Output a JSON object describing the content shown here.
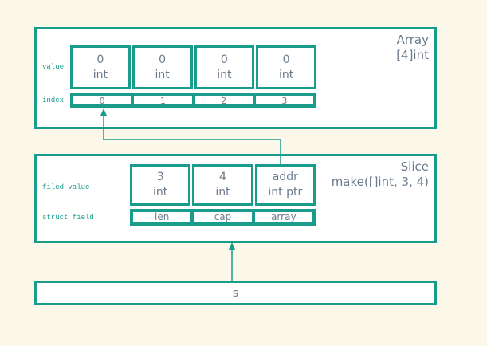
{
  "colors": {
    "teal": "#1A9C8B",
    "slate": "#6B7B8D",
    "canvas_bg": "#FBF7E9",
    "box_bg": "#FFFFFF"
  },
  "array_box": {
    "title_line1": "Array",
    "title_line2": "[4]int",
    "value_label": "value",
    "index_label": "index",
    "cells": [
      {
        "value": "0",
        "type": "int"
      },
      {
        "value": "0",
        "type": "int"
      },
      {
        "value": "0",
        "type": "int"
      },
      {
        "value": "0",
        "type": "int"
      }
    ],
    "indexes": [
      "0",
      "1",
      "2",
      "3"
    ]
  },
  "slice_box": {
    "title_line1": "Slice",
    "title_line2": "make([]int, 3, 4)",
    "field_value_label": "filed value",
    "struct_field_label": "struct field",
    "fields": [
      {
        "value": "3",
        "type": "int"
      },
      {
        "value": "4",
        "type": "int"
      },
      {
        "value": "addr",
        "type": "int ptr"
      }
    ],
    "struct_fields": [
      "len",
      "cap",
      "array"
    ]
  },
  "s_box": {
    "label": "s"
  }
}
